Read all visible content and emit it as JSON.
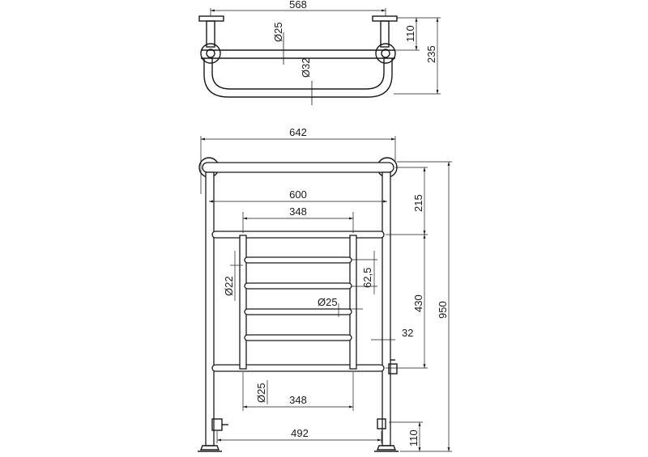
{
  "dimensions": {
    "top_view": {
      "width": "568",
      "depth_wall": "110",
      "depth_total": "235",
      "dia_bar": "Ø25",
      "dia_post": "Ø32"
    },
    "front_view": {
      "overall_width": "642",
      "rail_width": "600",
      "inner_top": "348",
      "inner_bottom": "348",
      "foot_width": "492",
      "top_offset": "215",
      "section_height": "430",
      "overall_height": "950",
      "bar_pitch": "62,5",
      "inner_bar_dia": "Ø25",
      "frame_dia": "Ø22",
      "lower_bar_dia": "Ø25",
      "side_offset": "32",
      "foot_height": "110"
    }
  }
}
